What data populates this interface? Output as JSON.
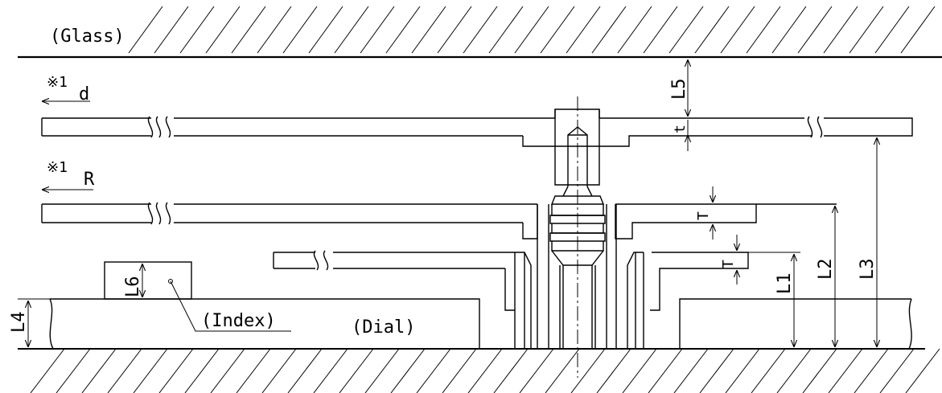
{
  "labels": {
    "glass": "(Glass)",
    "dial": "(Dial)",
    "index": "(Index)",
    "note_d": "※1",
    "note_d_sub": "d",
    "note_r": "※1",
    "note_r_sub": "R"
  },
  "dimensions": {
    "l1": "L1",
    "l2": "L2",
    "l3": "L3",
    "l4": "L4",
    "l5": "L5",
    "l6": "L6",
    "t_lower": "t",
    "T_upper": "T",
    "T_lower": "T"
  },
  "colors": {
    "line": "#000000",
    "background": "#ffffff"
  }
}
